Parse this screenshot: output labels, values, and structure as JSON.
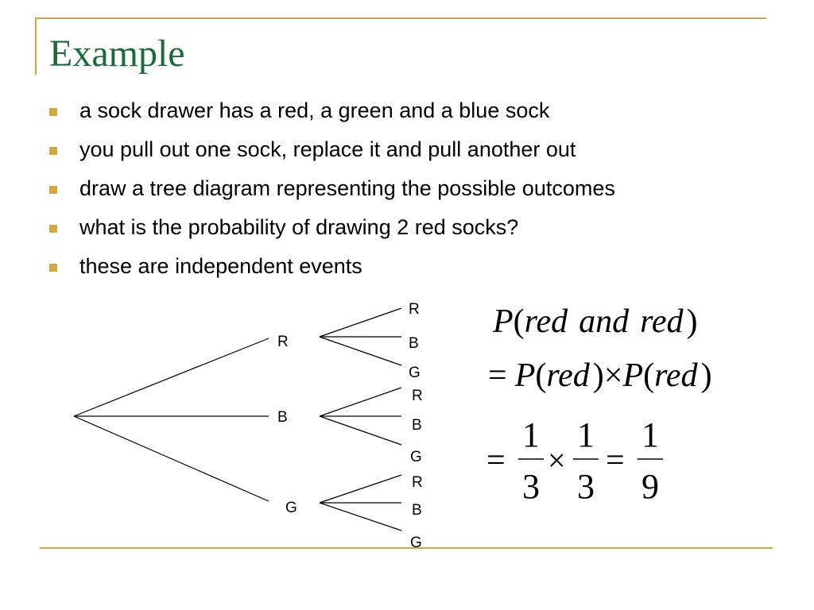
{
  "slide": {
    "title": "Example",
    "bullets": [
      "a sock drawer has a red, a green and a blue sock",
      "you pull out one sock, replace it and pull another out",
      "draw a tree diagram representing the possible outcomes",
      "what is the probability of drawing 2 red socks?",
      "these are independent events"
    ]
  },
  "tree": {
    "first_draw": [
      "R",
      "B",
      "G"
    ],
    "second_draw": {
      "R": [
        "R",
        "B",
        "G"
      ],
      "B": [
        "R",
        "B",
        "G"
      ],
      "G": [
        "R",
        "B",
        "G"
      ]
    }
  },
  "formula": {
    "line1": {
      "P": "P",
      "open": "(",
      "a": "red",
      "and": "and",
      "b": "red",
      "close": ")"
    },
    "line2": {
      "eq": "=",
      "P1": "P",
      "open1": "(",
      "red1": "red",
      "close1": ")",
      "times": "×",
      "P2": "P",
      "open2": "(",
      "red2": "red",
      "close2": ")"
    },
    "line3": {
      "eq1": "=",
      "f1_num": "1",
      "f1_den": "3",
      "times": "×",
      "f2_num": "1",
      "f2_den": "3",
      "eq2": "=",
      "f3_num": "1",
      "f3_den": "9"
    }
  },
  "colors": {
    "title": "#1a6b3a",
    "accent": "#d4a640",
    "text": "#000000"
  }
}
